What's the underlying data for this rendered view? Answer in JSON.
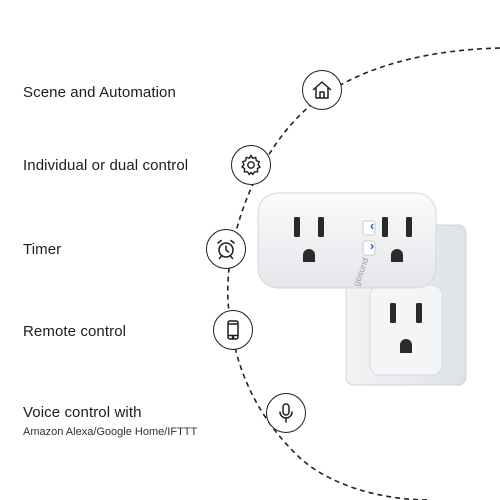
{
  "features": [
    {
      "label": "Scene and Automation",
      "icon": "home-icon"
    },
    {
      "label": "Individual or dual control",
      "icon": "gear-icon"
    },
    {
      "label": "Timer",
      "icon": "alarm-clock-icon"
    },
    {
      "label": "Remote control",
      "icon": "smartphone-icon"
    },
    {
      "label": "Voice control with",
      "sub": "Amazon Alexa/Google Home/IFTTT",
      "icon": "microphone-icon"
    }
  ],
  "product": {
    "brand": "gosund",
    "button_up": "‹",
    "button_down": "›"
  },
  "colors": {
    "accent": "#2d5bd8",
    "plug_body": "#f3f4f6",
    "wall_plate": "#e9ebee"
  }
}
